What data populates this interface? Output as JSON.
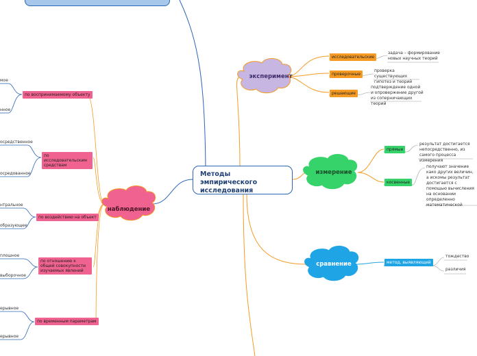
{
  "central": {
    "title_line1": "Методы эмпирического",
    "title_line2": "исследования"
  },
  "experiment": {
    "label": "эксперимент",
    "items": [
      {
        "label": "исследовательские",
        "desc": "задача – формирование новых научных теорий"
      },
      {
        "label": "проверочные",
        "desc": "проверка существующих гипотез и теорий"
      },
      {
        "label": "решающие",
        "desc": "подтверждение одной и опровержение другой из соперничающих теорий"
      }
    ]
  },
  "measurement": {
    "label": "измерение",
    "items": [
      {
        "label": "прямые",
        "desc": "результат достигается непосредственно, из самого процесса измерения"
      },
      {
        "label": "косвенные",
        "desc": "получают значение како других величин, а искомы результат достигается с помощью вычисления на основании определенно математической зависим между данными величи"
      }
    ]
  },
  "comparison": {
    "label": "сравнение",
    "method": "метод, выявляющий",
    "items": [
      "тождество",
      "различия"
    ]
  },
  "observation": {
    "label": "наблюдение",
    "groups": [
      {
        "label": "по воспринимаемому объекту",
        "leaves": [
          "мое",
          "нное"
        ]
      },
      {
        "label": "по исследовательским средствам",
        "leaves": [
          "осредственное",
          "осредованное"
        ]
      },
      {
        "label": "по воздействию на объект",
        "leaves": [
          "нтральное",
          "образующее"
        ]
      },
      {
        "label": "по отношению к общей совокупности изучаемых явлений",
        "leaves": [
          "плошное",
          "выборочное"
        ]
      },
      {
        "label": "по временным параметрам",
        "leaves": [
          "ерывное",
          "ерывное"
        ]
      }
    ]
  },
  "colors": {
    "experiment": "#c8b6e2",
    "measurement": "#36d36a",
    "comparison": "#1fa4e6",
    "observation": "#f06290",
    "line_orange": "#f59a23",
    "line_blue": "#2a64b8"
  }
}
